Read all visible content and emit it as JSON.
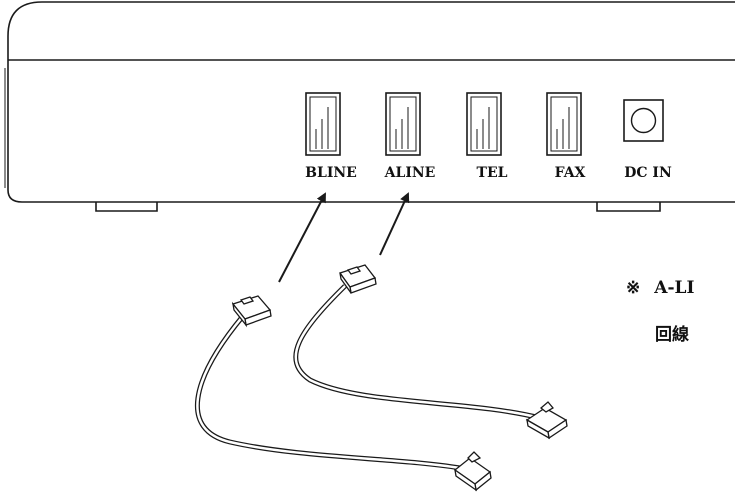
{
  "ports": [
    {
      "id": "bline",
      "label": "BLINE",
      "kind": "modular-jack"
    },
    {
      "id": "aline",
      "label": "ALINE",
      "kind": "modular-jack"
    },
    {
      "id": "tel",
      "label": "TEL",
      "kind": "modular-jack"
    },
    {
      "id": "fax",
      "label": "FAX",
      "kind": "modular-jack"
    },
    {
      "id": "dcin",
      "label": "DC IN",
      "kind": "dc-jack"
    }
  ],
  "note": {
    "mark": "※",
    "line1": "A-LI",
    "line2": "回線"
  },
  "colors": {
    "stroke": "#1a1a1a",
    "background": "#ffffff"
  }
}
